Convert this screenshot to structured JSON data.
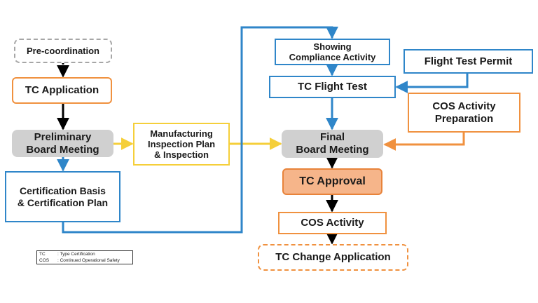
{
  "nodes": {
    "pre_coordination": "Pre-coordination",
    "tc_application": "TC Application",
    "preliminary_board_meeting": "Preliminary\nBoard Meeting",
    "certification_basis_plan": "Certification Basis\n& Certification Plan",
    "manufacturing_inspection": "Manufacturing\nInspection Plan\n& Inspection",
    "showing_compliance": "Showing\nCompliance Activity",
    "tc_flight_test": "TC Flight Test",
    "flight_test_permit": "Flight Test Permit",
    "cos_activity_preparation": "COS Activity\nPreparation",
    "final_board_meeting": "Final\nBoard Meeting",
    "tc_approval": "TC Approval",
    "cos_activity": "COS Activity",
    "tc_change_application": "TC Change Application"
  },
  "legend": [
    {
      "abbr": "TC",
      "desc": ": Type Certification"
    },
    {
      "abbr": "COS",
      "desc": ": Continued Operational Safety"
    }
  ],
  "colors": {
    "blue": "#2f86c9",
    "yellow": "#f5cf3a",
    "orange": "#f0913f",
    "black": "#000000",
    "gray_fill": "#d0d0d0",
    "orange_fill": "#f6b58a"
  }
}
